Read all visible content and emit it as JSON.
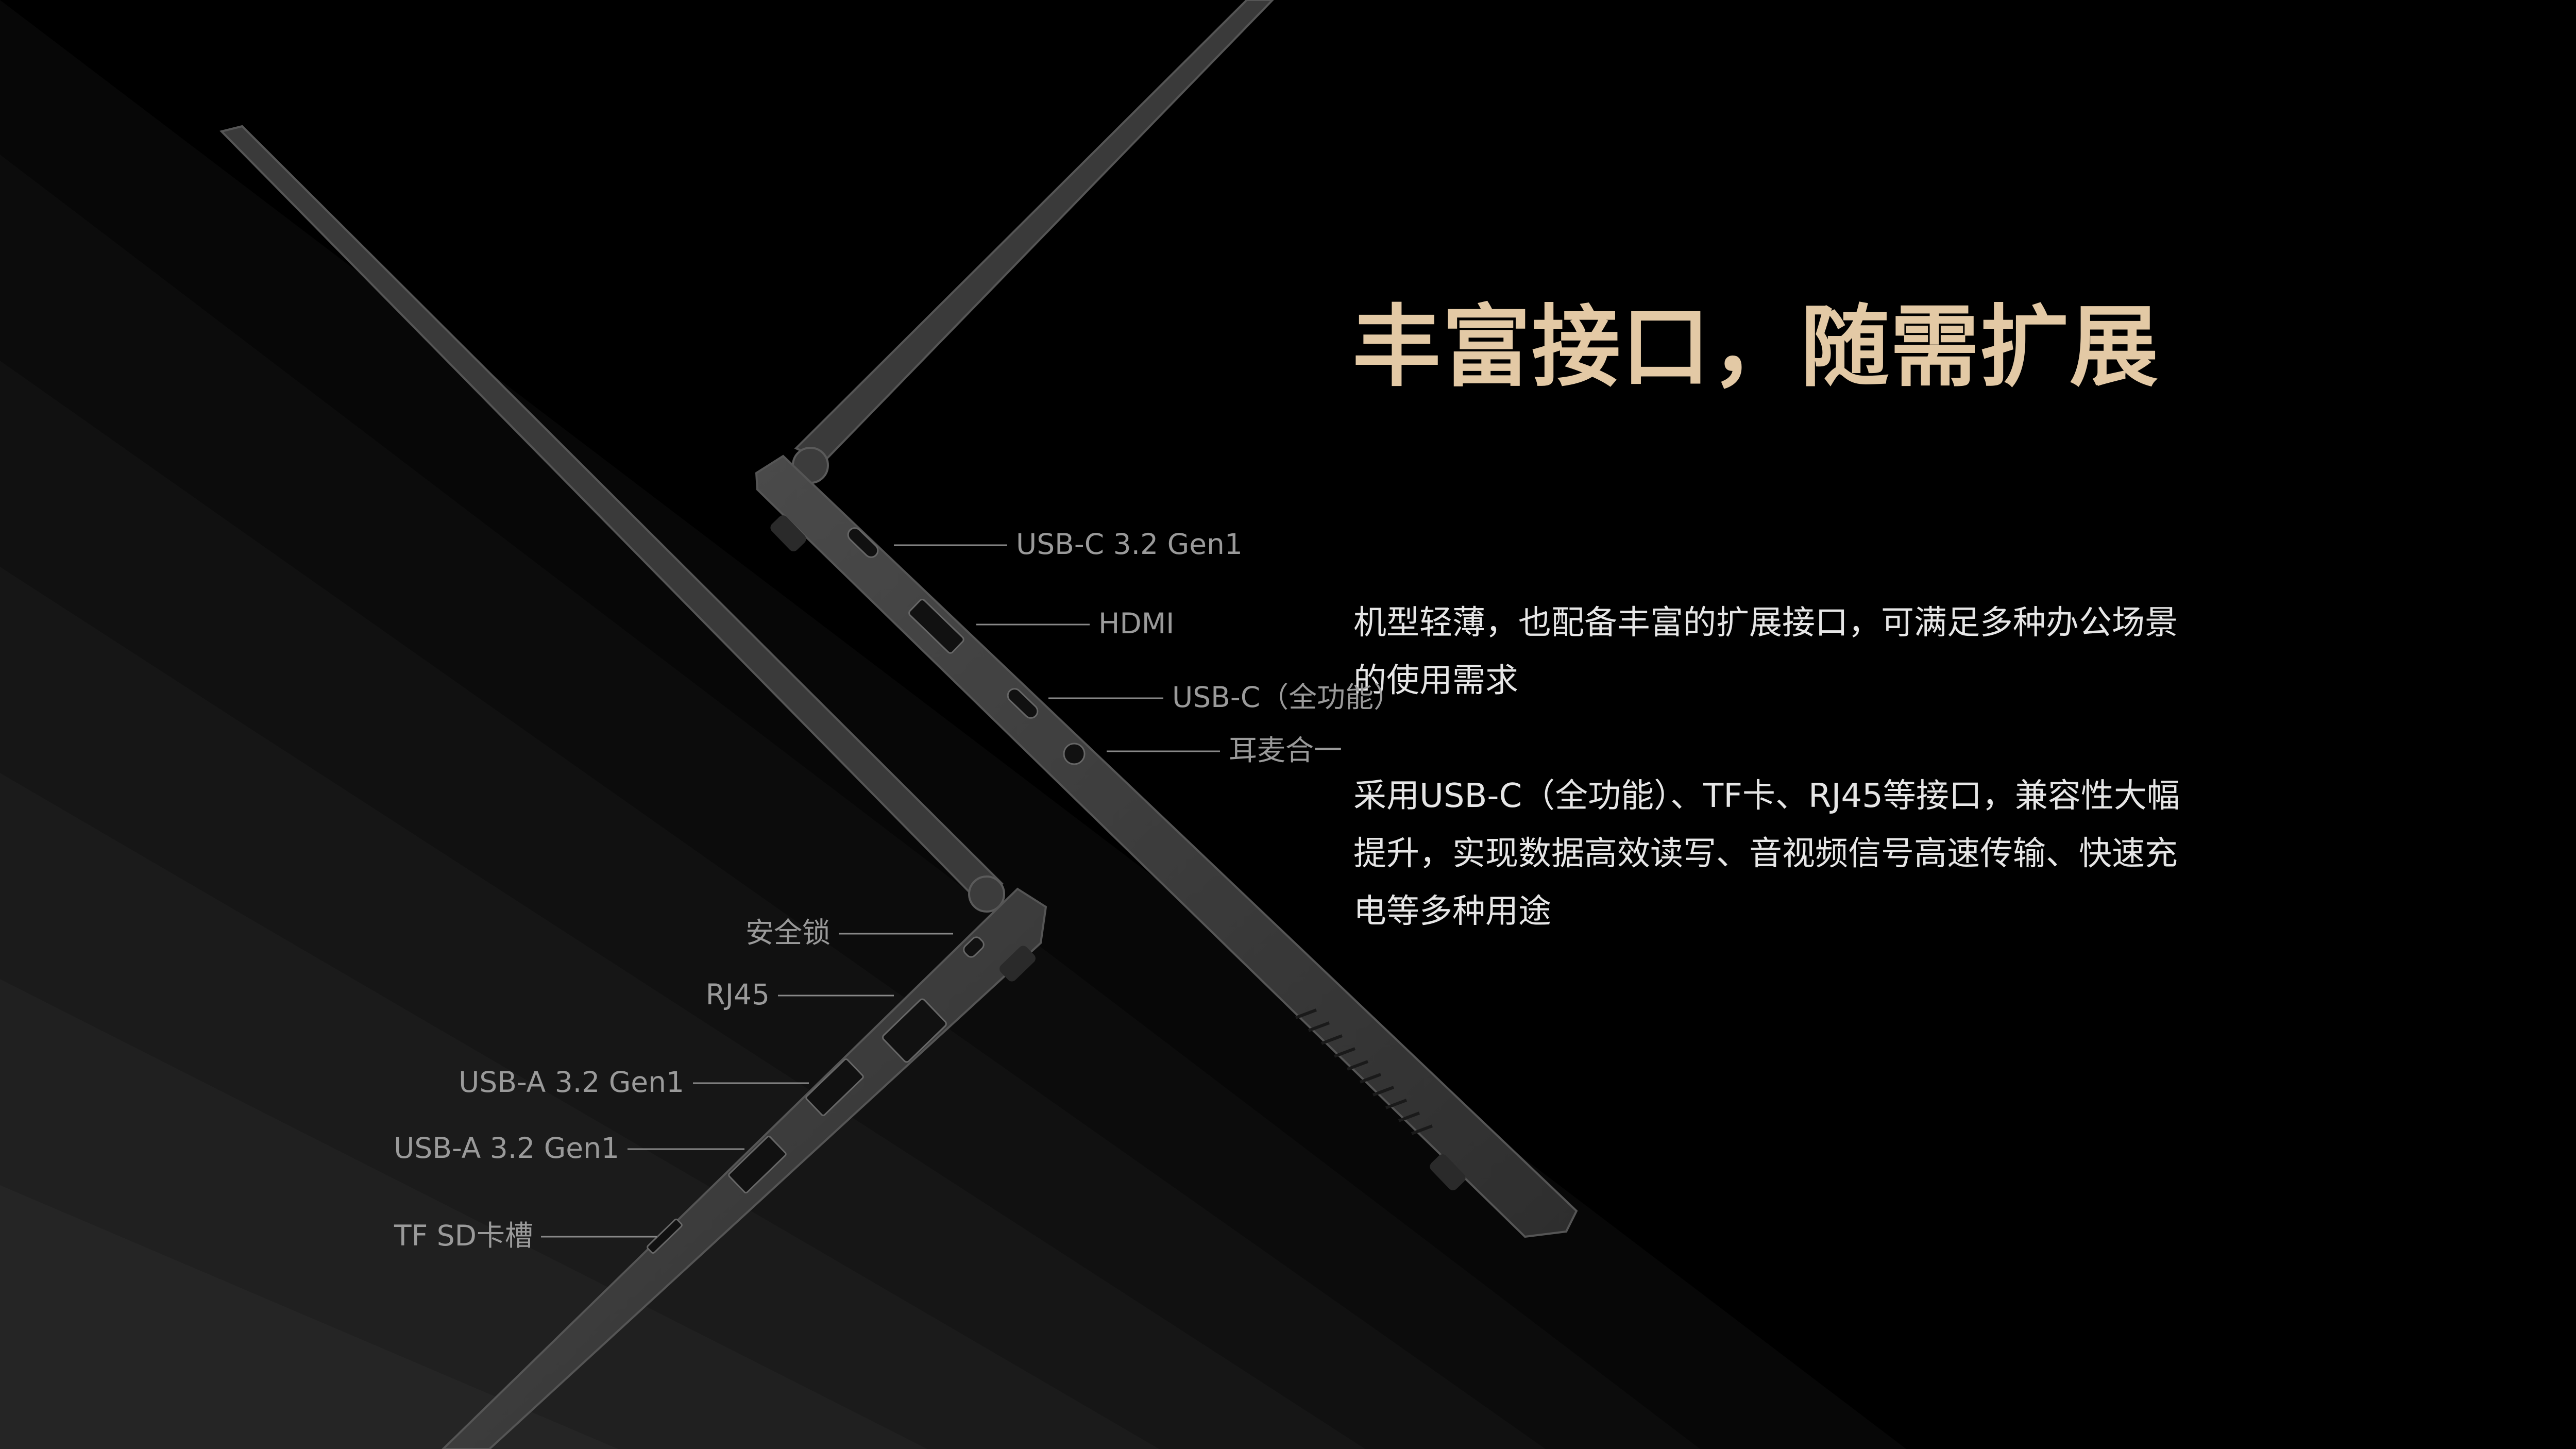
{
  "theme": {
    "background": "#000000",
    "title_color": "#e3c9a5",
    "body_text_color": "#e6e6e6",
    "callout_color": "#9a9a9a",
    "laptop_body_color": "#3c3c3c",
    "laptop_edge_color": "#555555"
  },
  "headline": "丰富接口，随需扩展",
  "paragraphs": [
    "机型轻薄，也配备丰富的扩展接口，可满足多种办公场景的使用需求",
    "采用USB-C（全功能）、TF卡、RJ45等接口，兼容性大幅提升，实现数据高效读写、音视频信号高速传输、快速充电等多种用途"
  ],
  "callouts_upper_laptop": [
    "USB-C 3.2 Gen1",
    "HDMI",
    "USB-C（全功能）",
    "耳麦合一"
  ],
  "callouts_lower_laptop": [
    "安全锁",
    "RJ45",
    "USB-A 3.2 Gen1",
    "USB-A 3.2 Gen1",
    "TF SD卡槽"
  ],
  "port_icons": [
    "usb-c-port-icon",
    "hdmi-port-icon",
    "usb-c-full-function-port-icon",
    "headset-jack-icon",
    "security-lock-slot-icon",
    "rj45-port-icon",
    "usb-a-port-icon",
    "usb-a-port-icon",
    "tf-card-slot-icon"
  ]
}
